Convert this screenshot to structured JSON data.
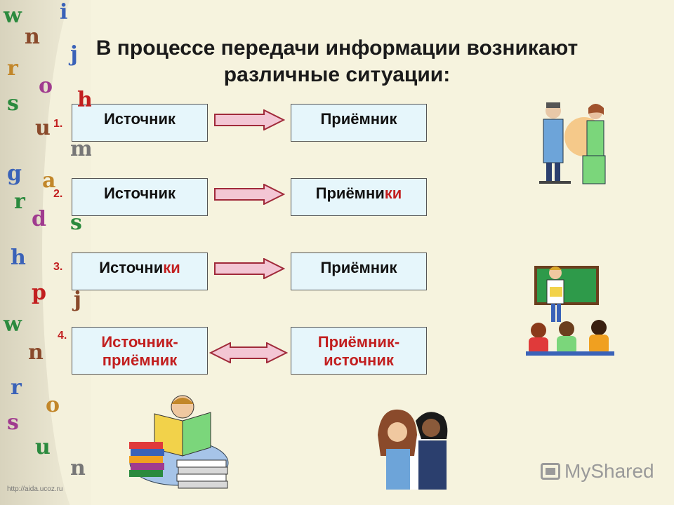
{
  "title_line1": "В процессе передачи информации возникают",
  "title_line2": "различные ситуации:",
  "rows": [
    {
      "num": "1.",
      "left": "Источник",
      "left_suffix": "",
      "right": "Приёмник",
      "right_suffix": "",
      "arrow": "one-way"
    },
    {
      "num": "2.",
      "left": "Источник",
      "left_suffix": "",
      "right": "Приёмни",
      "right_suffix": "ки",
      "arrow": "one-way"
    },
    {
      "num": "3.",
      "left": "Источни",
      "left_suffix": "ки",
      "right": "Приёмник",
      "right_suffix": "",
      "arrow": "one-way"
    },
    {
      "num": "4.",
      "left_line1": "Источник-",
      "left_line2": "приёмник",
      "right_line1": "Приёмник-",
      "right_line2": "источник",
      "arrow": "two-way"
    }
  ],
  "footer_url": "http://aida.ucoz.ru",
  "brand": "MyShared",
  "colors": {
    "accent": "#c21f1f",
    "box_fill": "#e6f6fb",
    "arrow_fill": "#f3c6d4"
  },
  "icons": [
    "people-talking-illustration",
    "teacher-students-illustration",
    "reading-child-illustration",
    "two-girls-illustration",
    "brand-logo-icon"
  ]
}
